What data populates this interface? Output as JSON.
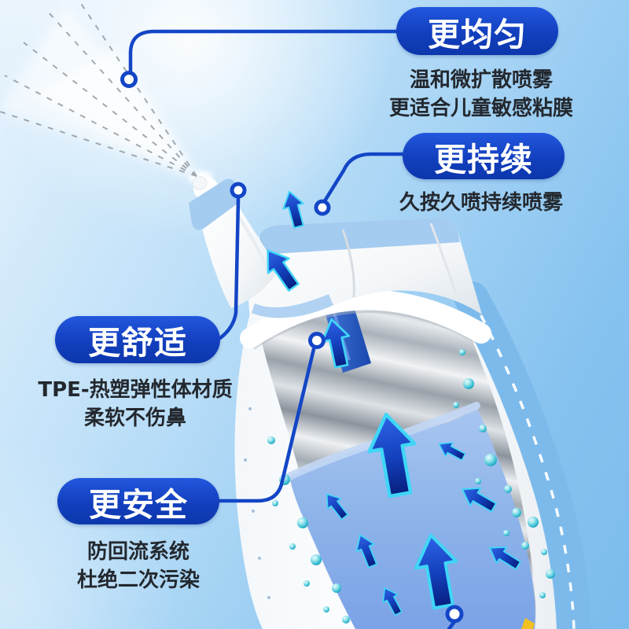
{
  "page": {
    "type": "product-feature-infographic",
    "language": "zh-CN",
    "subject": "nasal-spray-bottle-cutaway"
  },
  "callouts": [
    {
      "id": "uniform",
      "label": "更均匀",
      "desc_lines": [
        "温和微扩散喷雾",
        "更适合儿童敏感粘膜"
      ]
    },
    {
      "id": "sustained",
      "label": "更持续",
      "desc_lines": [
        "久按久喷持续喷雾"
      ]
    },
    {
      "id": "comfort",
      "label": "更舒适",
      "desc_lines": [
        "TPE-热塑弹性体材质",
        "柔软不伤鼻"
      ]
    },
    {
      "id": "safety",
      "label": "更安全",
      "desc_lines": [
        "防回流系统",
        "杜绝二次污染"
      ]
    }
  ],
  "colors": {
    "badge_blue_top": "#2257de",
    "badge_blue_bottom": "#0c37ac",
    "connector_blue": "#1346c6",
    "text_dark": "#23282e",
    "arrow_fill_dark": "#071f7e",
    "arrow_fill_light": "#2e63e6",
    "arrow_outline_cyan": "#3fd6f7",
    "cap_band_blue": "#a4cbf0",
    "liquid_blue": "#8fb5ea",
    "scale_band_blue": "#7cbaec",
    "bubble_teal": "#2fb9cf",
    "background_light": "#e9f4fd",
    "background_deep": "#7bbcee"
  },
  "product_parts": [
    "spray-mist",
    "nozzle",
    "nozzle-collar",
    "cap",
    "cap-band",
    "dip-tube",
    "foil-liner",
    "liquid",
    "bubbles",
    "flow-arrows",
    "scale-marks",
    "callout-dots"
  ]
}
